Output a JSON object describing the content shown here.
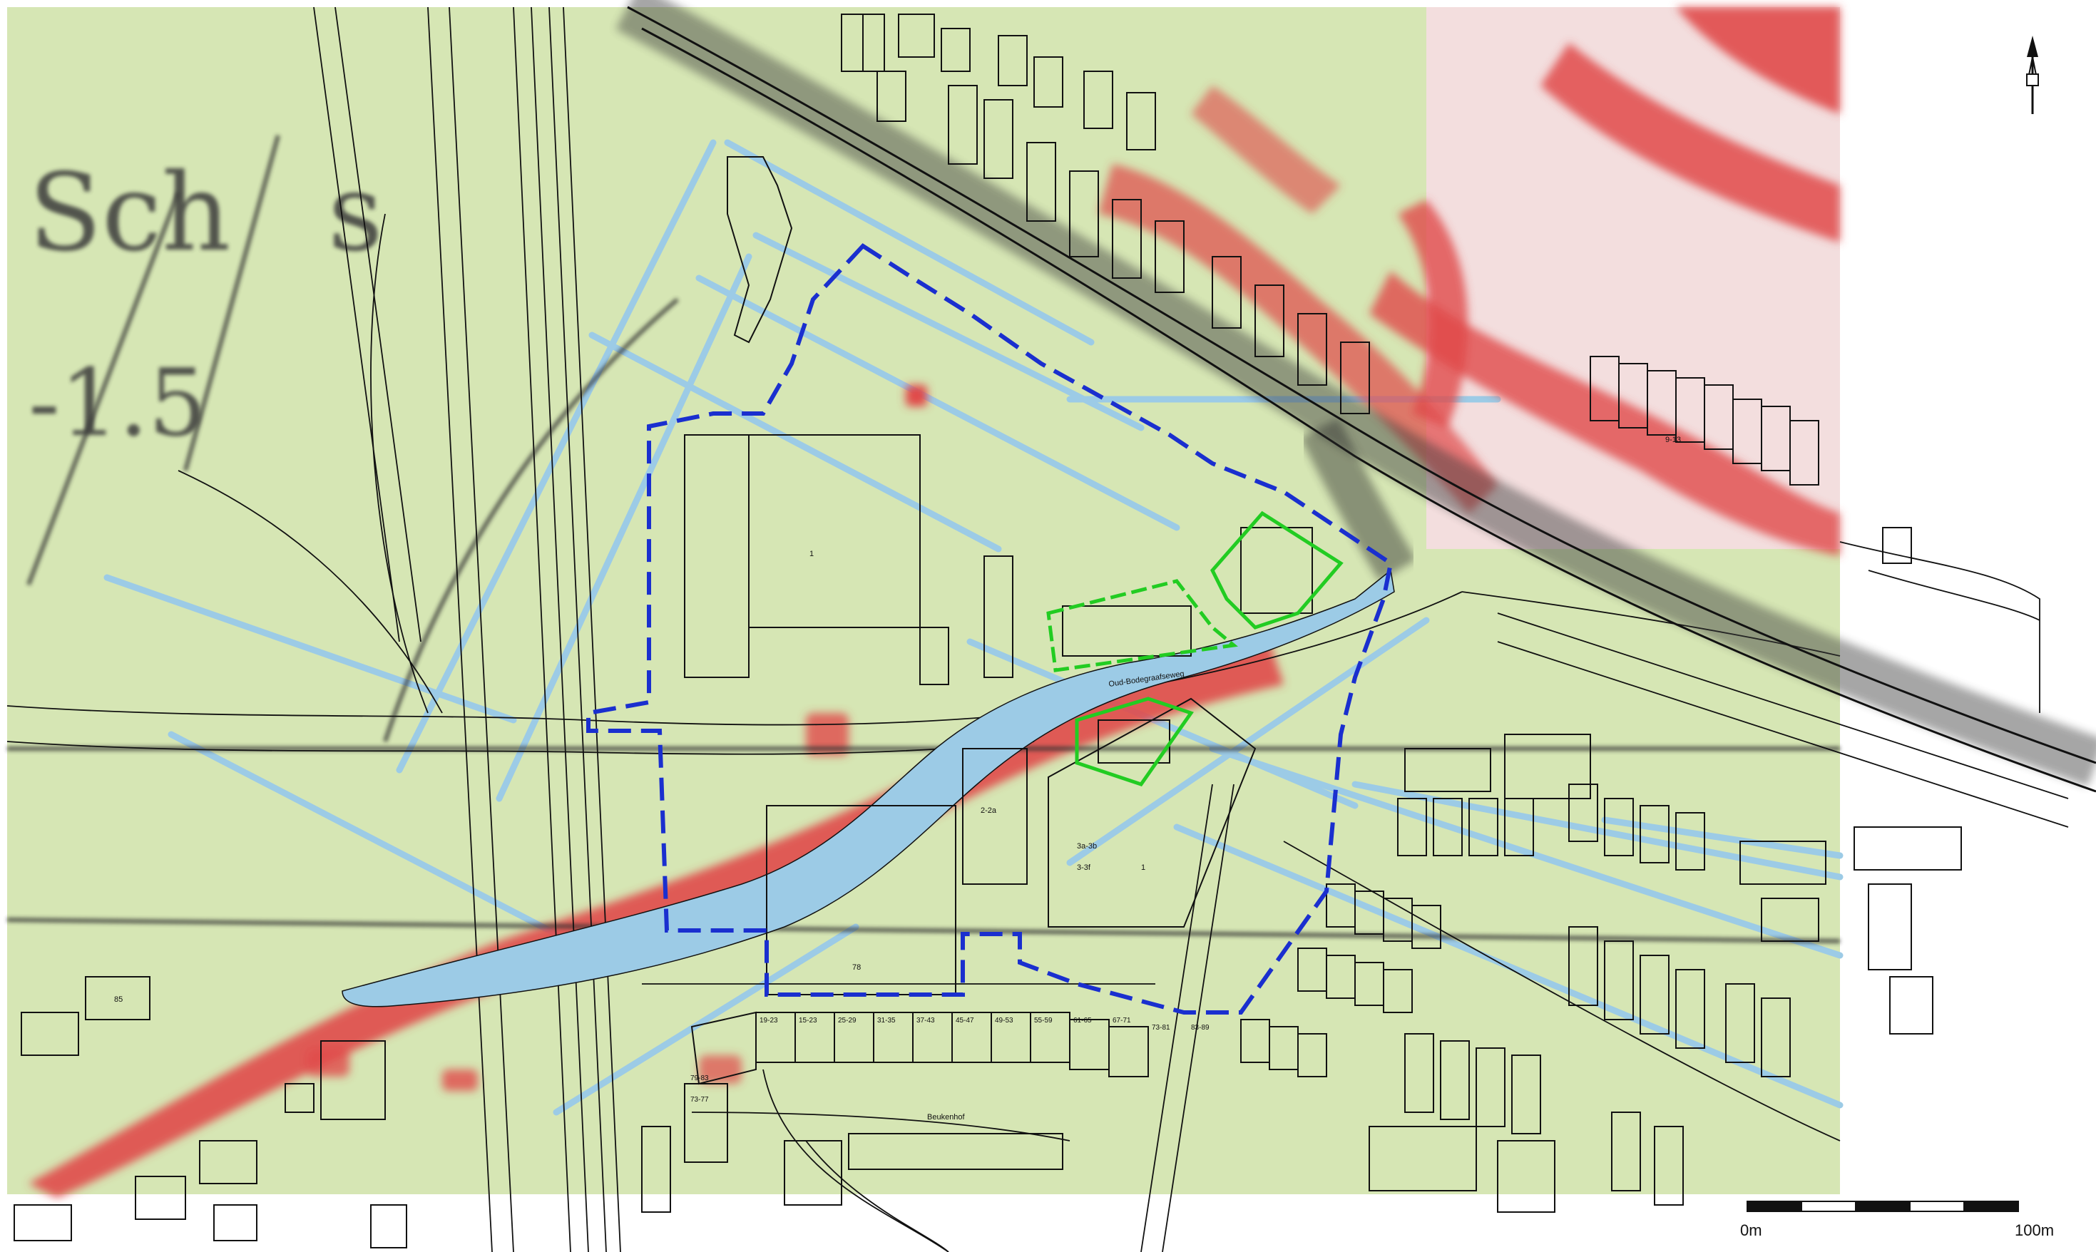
{
  "map": {
    "colors": {
      "background": "#ffffff",
      "land": "#d6e6b4",
      "water": "#9ccbe6",
      "built": "#e04a4a",
      "railway": "#555555",
      "plan_boundary": "#1a2fcf",
      "highlight": "#22cc22"
    },
    "old_map_text": {
      "sch": "Sch",
      "s": "s",
      "minus_15": "-1.5"
    },
    "street_names": {
      "oud_bodegraafseweg": "Oud-Bodegraafseweg",
      "beukenhof": "Beukenhof"
    },
    "parcel_labels": {
      "p1_north": "1",
      "p1_south": "1",
      "p78": "78",
      "p2_2a": "2-2a",
      "p3a_3b": "3a-3b",
      "p3_3f": "3-3f",
      "p85": "85",
      "p9_13": "9-13"
    },
    "house_number_labels": [
      "19-23",
      "15-23",
      "25-29",
      "31-35",
      "37-43",
      "45-47",
      "49-53",
      "55-59",
      "61-65",
      "67-71",
      "73-81",
      "83-89",
      "73-77",
      "79-83"
    ],
    "scale_bar": {
      "start_label": "0m",
      "end_label": "100m",
      "segments": 5
    },
    "north_arrow": "north-arrow"
  }
}
